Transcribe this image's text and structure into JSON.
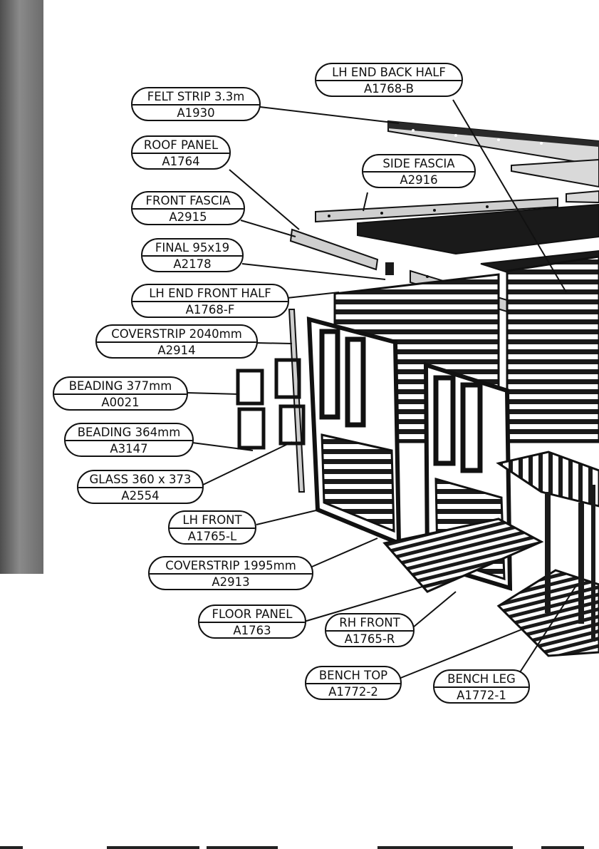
{
  "parts": [
    {
      "id": "lh-end-back-half",
      "name": "LH END BACK HALF",
      "code": "A1768-B"
    },
    {
      "id": "felt-strip",
      "name": "FELT STRIP 3.3m",
      "code": "A1930"
    },
    {
      "id": "roof-panel",
      "name": "ROOF PANEL",
      "code": "A1764"
    },
    {
      "id": "side-fascia",
      "name": "SIDE FASCIA",
      "code": "A2916"
    },
    {
      "id": "front-fascia",
      "name": "FRONT FASCIA",
      "code": "A2915"
    },
    {
      "id": "final",
      "name": "FINAL 95x19",
      "code": "A2178"
    },
    {
      "id": "lh-end-front-half",
      "name": "LH END FRONT HALF",
      "code": "A1768-F"
    },
    {
      "id": "coverstrip-2040",
      "name": "COVERSTRIP 2040mm",
      "code": "A2914"
    },
    {
      "id": "beading-377",
      "name": "BEADING  377mm",
      "code": "A0021"
    },
    {
      "id": "beading-364",
      "name": "BEADING 364mm",
      "code": "A3147"
    },
    {
      "id": "glass",
      "name": "GLASS 360 x 373",
      "code": "A2554"
    },
    {
      "id": "lh-front",
      "name": "LH FRONT",
      "code": "A1765-L"
    },
    {
      "id": "coverstrip-1995",
      "name": "COVERSTRIP 1995mm",
      "code": "A2913"
    },
    {
      "id": "floor-panel",
      "name": "FLOOR PANEL",
      "code": "A1763"
    },
    {
      "id": "rh-front",
      "name": "RH FRONT",
      "code": "A1765-R"
    },
    {
      "id": "bench-top",
      "name": "BENCH TOP",
      "code": "A1772-2"
    },
    {
      "id": "bench-leg",
      "name": "BENCH LEG",
      "code": "A1772-1"
    }
  ],
  "colors": {
    "ink": "#111111",
    "panel_dark": "#1a1a1a",
    "panel_light": "#d9d9d9",
    "side_strip": "#6e6e6e"
  }
}
